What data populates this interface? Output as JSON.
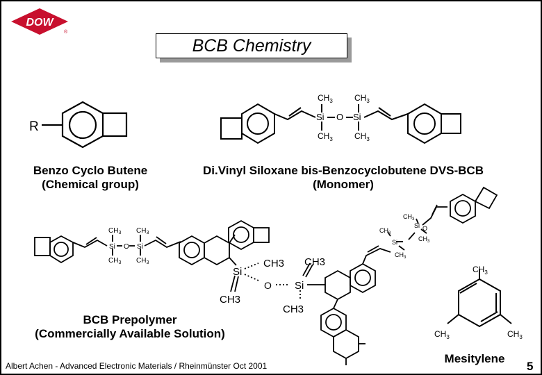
{
  "logo": {
    "text": "DOW",
    "mark": "®",
    "color": "#c8102e"
  },
  "slide": {
    "title": "BCB Chemistry",
    "page_number": "5"
  },
  "labels": {
    "r_group": "R",
    "benzo": {
      "line1": "Benzo Cyclo Butene",
      "line2": "(Chemical group)"
    },
    "monomer": {
      "line1": "Di.Vinyl Siloxane bis-Benzocyclobutene DVS-BCB",
      "line2": "(Monomer)"
    },
    "prepolymer": {
      "line1": "BCB Prepolymer",
      "line2": "(Commercially Available Solution)"
    },
    "mesitylene": "Mesitylene"
  },
  "chem": {
    "ch3": "CH",
    "sub3": "3",
    "si": "Si",
    "o": "O",
    "ch3_full": "CH3"
  },
  "footer": {
    "text": "Albert Achen - Advanced Electronic Materials / Rheinmünster Oct 2001"
  }
}
